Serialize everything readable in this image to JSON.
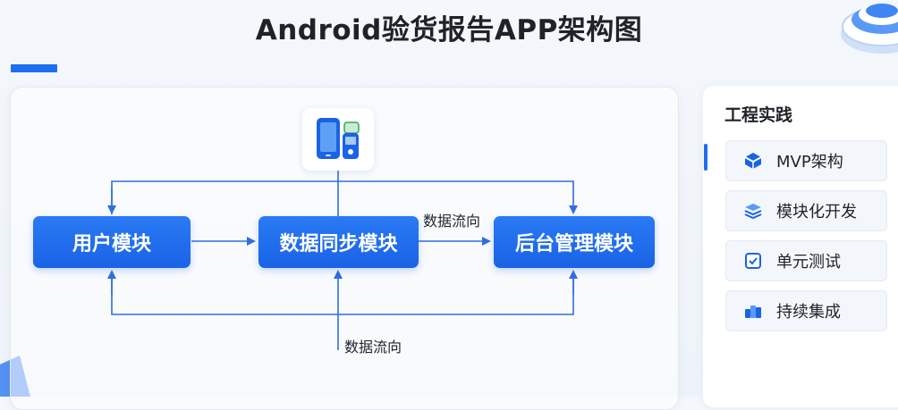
{
  "title": "Android验货报告APP架构图",
  "diagram": {
    "modules": {
      "user": "用户模块",
      "sync": "数据同步模块",
      "admin": "后台管理模块"
    },
    "flow_labels": {
      "top": "数据流向",
      "bottom": "数据流向"
    }
  },
  "sidebar": {
    "title": "工程实践",
    "items": [
      {
        "label": "MVP架构",
        "icon": "cube-icon"
      },
      {
        "label": "模块化开发",
        "icon": "layers-icon"
      },
      {
        "label": "单元测试",
        "icon": "checkbox-icon"
      },
      {
        "label": "持续集成",
        "icon": "blocks-icon"
      }
    ]
  },
  "colors": {
    "accent": "#1e6ff0",
    "module_fill": "#1a63e6",
    "arrow": "#2f6fe0",
    "text": "#1f2329"
  }
}
